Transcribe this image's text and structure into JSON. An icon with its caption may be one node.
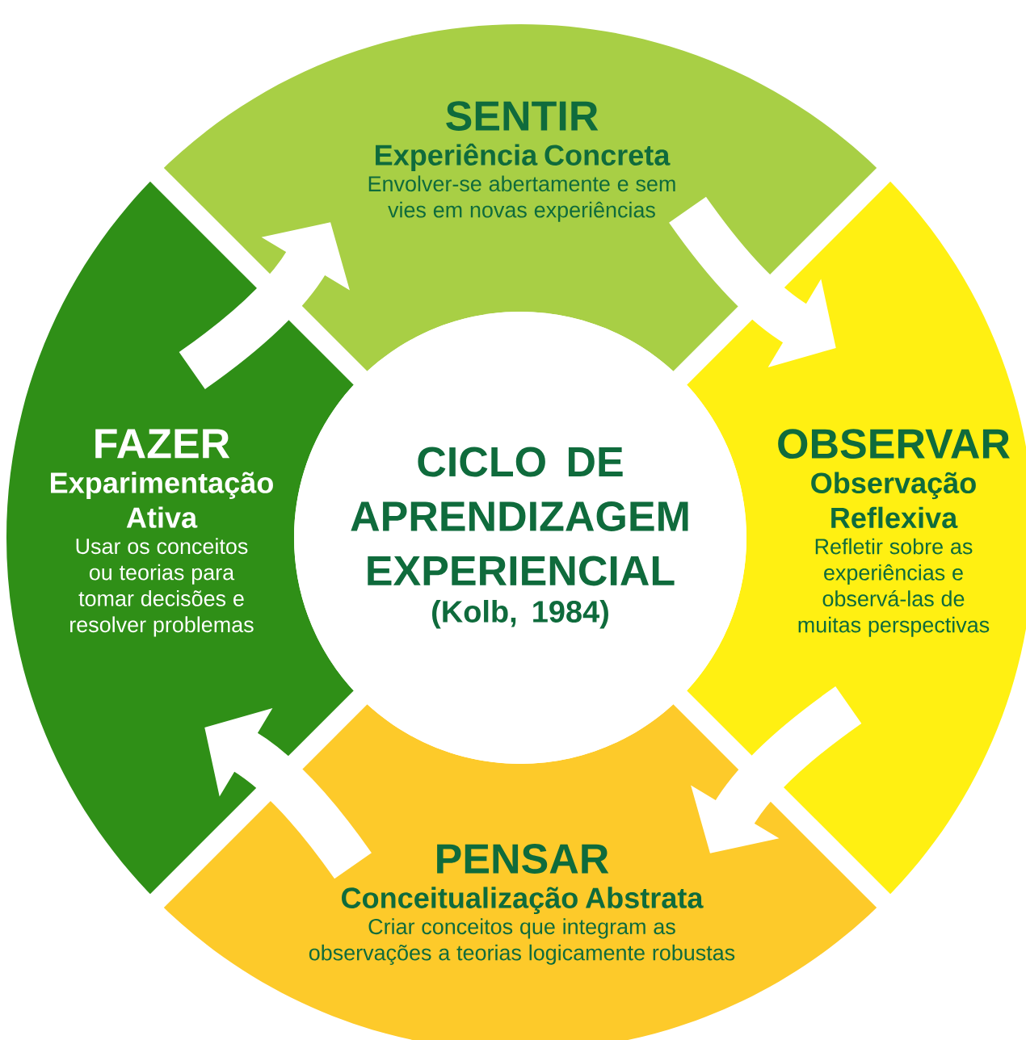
{
  "diagram": {
    "nodes": [
      {
        "text": [
          "SENTIR",
          "Experiência Concreta",
          "Envolver-se abertamente e sem vies em novas experiências"
        ]
      },
      {
        "text": [
          "FAZER",
          "Exparimentação Ativa",
          "Usar os conceitos ou teorias para tomar decisões e resolver problemas"
        ]
      },
      {
        "text": [
          "CICLO DE APRENDIZAGEM EXPERIENCIAL",
          "(Kolb, 1984)"
        ]
      },
      {
        "text": [
          "OBSERVAR",
          "Observação Reflexiva",
          "Refletir sobre as experiências e observá-las de muitas perspectivas"
        ]
      },
      {
        "text": [
          "PENSAR",
          "Conceitualização Abstrata",
          "Criar conceitos que integram as observações a teorias logicamente robustas"
        ]
      }
    ],
    "edges": [
      {
        "from": 1,
        "to": 0,
        "arrow": "to"
      },
      {
        "from": 0,
        "to": 3,
        "arrow": "to"
      },
      {
        "from": 3,
        "to": 4,
        "arrow": "to"
      },
      {
        "from": 4,
        "to": 1,
        "arrow": "to"
      }
    ]
  }
}
